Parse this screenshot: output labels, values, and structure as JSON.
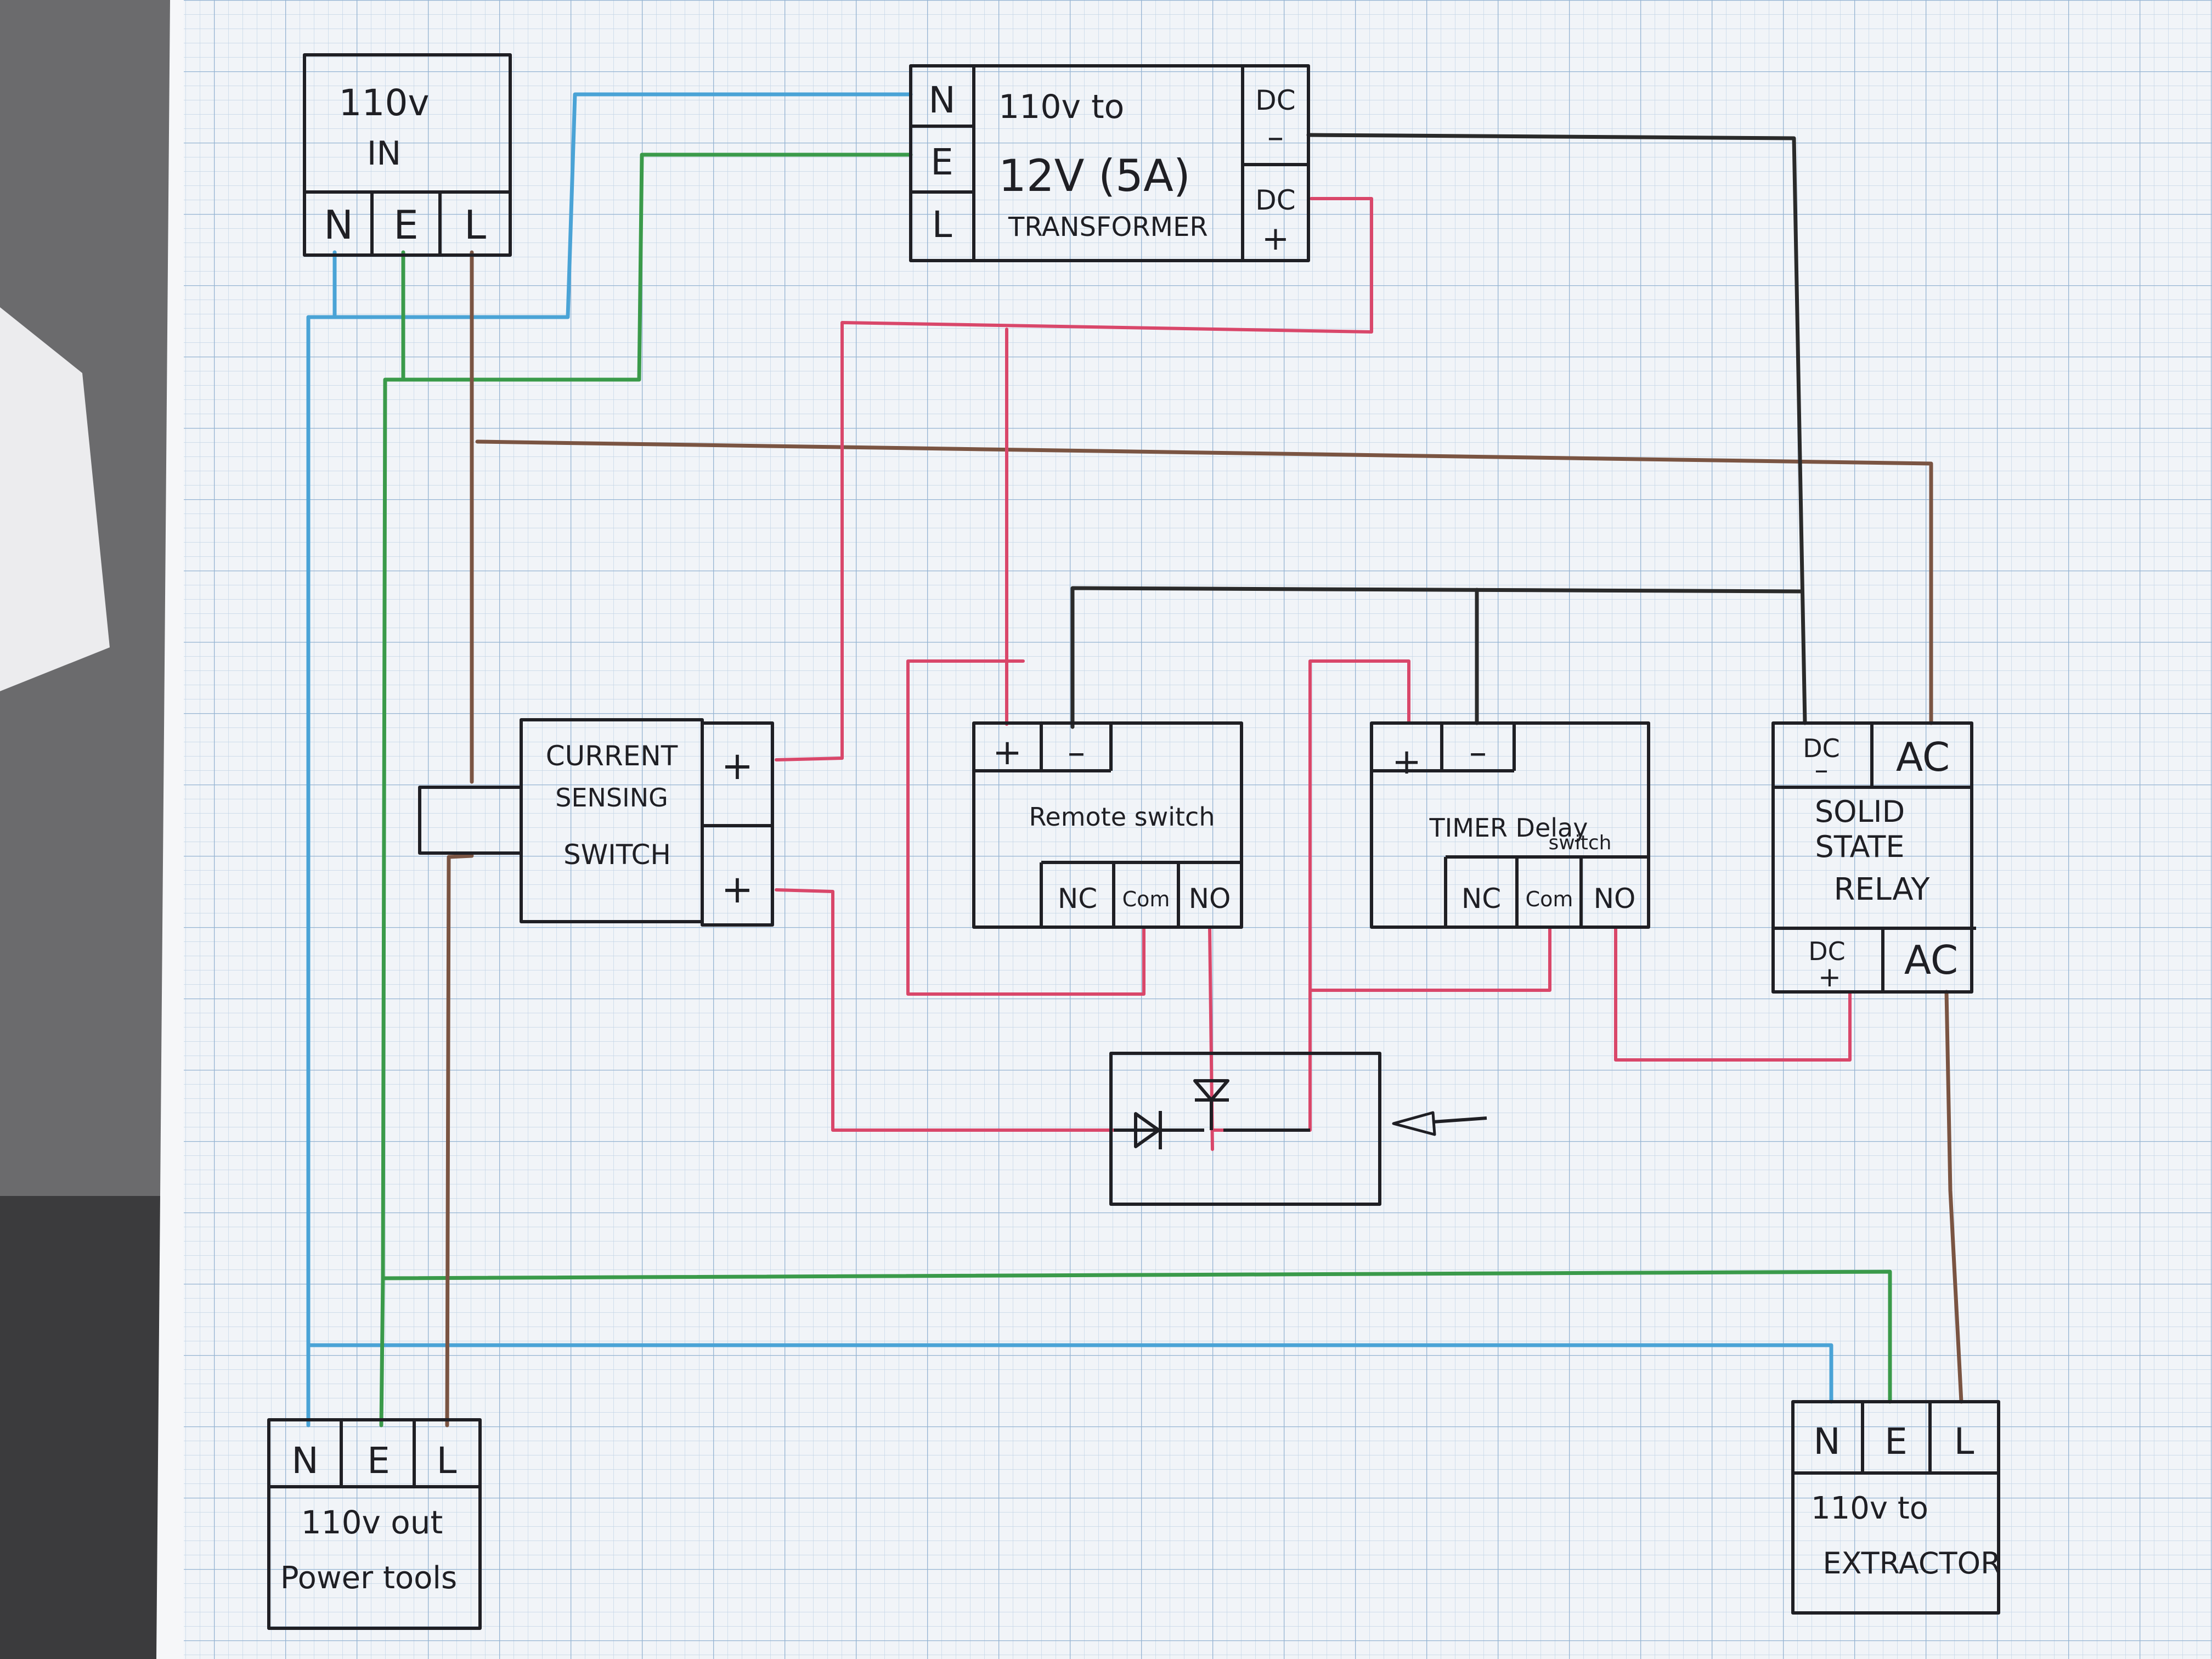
{
  "diagram": {
    "input": {
      "title_line1": "110v",
      "title_line2": "IN",
      "terminals": [
        "N",
        "E",
        "L"
      ]
    },
    "transformer": {
      "inputs": [
        "N",
        "E",
        "L"
      ],
      "title_line1": "110v to",
      "title_line2": "12V (5A)",
      "title_line3": "TRANSFORMER",
      "dc_minus_label": "DC",
      "dc_minus_sign": "–",
      "dc_plus_label": "DC",
      "dc_plus_sign": "+"
    },
    "current_sensor": {
      "line1": "CURRENT",
      "line2": "SENSING",
      "line3": "SWITCH",
      "plus_top": "+",
      "plus_bottom": "+"
    },
    "remote_switch": {
      "label": "Remote switch",
      "plus": "+",
      "minus": "–",
      "nc": "NC",
      "com": "Com",
      "no": "NO"
    },
    "timer": {
      "line1": "TIMER Delay",
      "line2": "switch",
      "plus": "+",
      "minus": "–",
      "nc": "NC",
      "com": "Com",
      "no": "NO"
    },
    "relay": {
      "dc_top": "DC",
      "dc_top_sign": "–",
      "ac_top": "AC",
      "line1": "SOLID",
      "line2": "STATE",
      "line3": "RELAY",
      "dc_bottom": "DC",
      "dc_bottom_sign": "+",
      "ac_bottom": "AC"
    },
    "output_tools": {
      "terminals": [
        "N",
        "E",
        "L"
      ],
      "line1": "110v out",
      "line2": "Power tools"
    },
    "output_extractor": {
      "terminals": [
        "N",
        "E",
        "L"
      ],
      "line1": "110v to",
      "line2": "EXTRACTOR"
    }
  },
  "colors": {
    "neutral": "#4aa3d6",
    "earth": "#3a9a4a",
    "live": "#7a5442",
    "dc_positive": "#d9476a",
    "dc_negative": "#2a2a2a",
    "ink": "#1f1f24",
    "paper": "#f3f5f8",
    "grid_minor": "#b9cde2",
    "grid_major": "#8fb0cf"
  }
}
